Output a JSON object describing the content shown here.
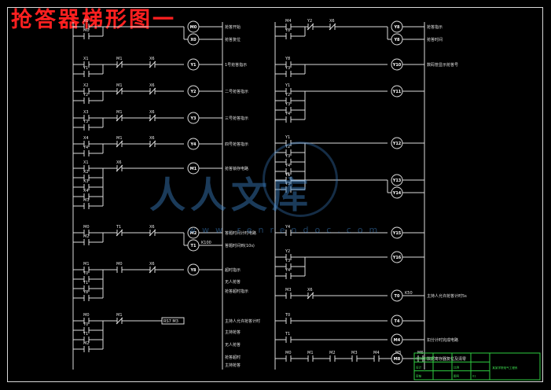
{
  "title": "抢答器梯形图一",
  "watermark": {
    "text": "人人文库",
    "url": "www.renrendoc.com"
  },
  "left_rungs": [
    {
      "contacts": [
        {
          "label": "X0"
        }
      ],
      "below": [
        {
          "label": "M0"
        }
      ],
      "coils": [
        {
          "label": "M0",
          "comment": "抢答开始"
        },
        {
          "label": "X0",
          "comment": "抢答复位"
        }
      ]
    },
    {
      "contacts": [
        {
          "label": "X1"
        },
        {
          "label": "M1",
          "nc": true
        },
        {
          "label": "X6",
          "nc": true
        }
      ],
      "below": [
        {
          "label": "Y1"
        }
      ],
      "coils": [
        {
          "label": "Y1",
          "comment": "1号抢答指示"
        }
      ]
    },
    {
      "contacts": [
        {
          "label": "X2"
        },
        {
          "label": "M1",
          "nc": true
        },
        {
          "label": "X6",
          "nc": true
        }
      ],
      "below": [
        {
          "label": "Y2"
        }
      ],
      "coils": [
        {
          "label": "Y2",
          "comment": "二号抢答指示"
        }
      ]
    },
    {
      "contacts": [
        {
          "label": "X3"
        },
        {
          "label": "M1",
          "nc": true
        },
        {
          "label": "X6",
          "nc": true
        }
      ],
      "below": [
        {
          "label": "Y3"
        }
      ],
      "coils": [
        {
          "label": "Y3",
          "comment": "三号抢答指示"
        }
      ]
    },
    {
      "contacts": [
        {
          "label": "X4"
        },
        {
          "label": "M1",
          "nc": true
        },
        {
          "label": "X6",
          "nc": true
        }
      ],
      "below": [
        {
          "label": "Y4"
        }
      ],
      "coils": [
        {
          "label": "Y4",
          "comment": "四号抢答指示"
        }
      ]
    },
    {
      "contacts": [
        {
          "label": "X1"
        },
        {
          "label": "X6",
          "nc": true
        }
      ],
      "below": [
        {
          "label": "X2"
        },
        {
          "label": "X3"
        },
        {
          "label": "X4"
        },
        {
          "label": "M1"
        }
      ],
      "coils": [
        {
          "label": "M1",
          "comment": "抢答锁存电路"
        }
      ]
    },
    {
      "contacts": [
        {
          "label": "M0"
        },
        {
          "label": "T1",
          "nc": true
        },
        {
          "label": "X6",
          "nc": true
        }
      ],
      "below": [
        {
          "label": "M2"
        }
      ],
      "coils": [
        {
          "label": "M2",
          "comment": "答题时间计时电路"
        },
        {
          "label": "T1",
          "param": "K100",
          "comment": "答题时间到(10s)"
        }
      ]
    },
    {
      "contacts": [
        {
          "label": "M1"
        },
        {
          "label": "M0"
        },
        {
          "label": "X6",
          "nc": true
        }
      ],
      "below": [
        {
          "label": "T0"
        },
        {
          "label": "T1"
        },
        {
          "label": "Y8"
        }
      ],
      "coils": [
        {
          "label": "Y8",
          "comment": "超时指示"
        }
      ]
    },
    {
      "contacts": [
        {
          "label": "M0"
        },
        {
          "label": "M1",
          "nc": true
        }
      ],
      "below": [
        {
          "label": "T0"
        },
        {
          "label": "T1"
        },
        {
          "label": "M2"
        }
      ],
      "coils": [
        {
          "label": "RS7 M3",
          "box": true,
          "comment": "主持人允许抢答计时"
        }
      ]
    }
  ],
  "left_comments": [
    "无人抢答",
    "抢答超时指示",
    "主持抢答",
    "无人抢答",
    "抢答超时",
    "主持抢答"
  ],
  "right_rungs": [
    {
      "contacts": [
        {
          "label": "M4"
        },
        {
          "label": "Y2",
          "nc": true
        },
        {
          "label": "X6",
          "nc": true
        }
      ],
      "below": [
        {
          "label": "Y8"
        }
      ],
      "coils": [
        {
          "label": "Y8",
          "comment": "抢答指示"
        },
        {
          "label": "Y8",
          "comment": "抢答时间"
        }
      ]
    },
    {
      "contacts": [
        {
          "label": "Y8"
        }
      ],
      "below": [
        {
          "label": "Y3"
        }
      ],
      "coils": [
        {
          "label": "Y10",
          "comment": "数码管显示抢答号"
        }
      ]
    },
    {
      "contacts": [
        {
          "label": "Y1"
        }
      ],
      "below": [
        {
          "label": "Y2"
        },
        {
          "label": "Y3"
        },
        {
          "label": "Y4"
        }
      ],
      "coils": [
        {
          "label": "Y11",
          "comment": ""
        }
      ]
    },
    {
      "contacts": [
        {
          "label": "Y1"
        }
      ],
      "below": [
        {
          "label": "Y2"
        },
        {
          "label": "Y3"
        },
        {
          "label": "Y4"
        },
        {
          "label": "Y5"
        }
      ],
      "coils": [
        {
          "label": "Y12",
          "comment": ""
        }
      ]
    },
    {
      "contacts": [
        {
          "label": "Y1"
        }
      ],
      "below": [
        {
          "label": "Y3"
        }
      ],
      "coils": [
        {
          "label": "Y13",
          "comment": ""
        },
        {
          "label": "Y14",
          "comment": ""
        }
      ]
    },
    {
      "contacts": [
        {
          "label": "Y4"
        }
      ],
      "below": [],
      "coils": [
        {
          "label": "Y15",
          "comment": ""
        }
      ]
    },
    {
      "contacts": [
        {
          "label": "Y2"
        }
      ],
      "below": [
        {
          "label": "Y3"
        },
        {
          "label": "Y4"
        }
      ],
      "coils": [
        {
          "label": "Y16",
          "comment": ""
        }
      ]
    },
    {
      "contacts": [
        {
          "label": "M3"
        },
        {
          "label": "X6",
          "nc": true
        }
      ],
      "below": [],
      "coils": [
        {
          "label": "T0",
          "param": "K50",
          "comment": "主持人允许抢答计时5s"
        }
      ]
    },
    {
      "contacts": [
        {
          "label": "T0"
        }
      ],
      "below": [],
      "coils": [
        {
          "label": "T4",
          "comment": ""
        }
      ]
    },
    {
      "contacts": [
        {
          "label": "T1"
        }
      ],
      "below": [],
      "coils": [
        {
          "label": "M4",
          "comment": "扣分计时完成电路"
        }
      ]
    },
    {
      "contacts": [
        {
          "label": "M0"
        },
        {
          "label": "M1"
        },
        {
          "label": "M2"
        },
        {
          "label": "M3"
        },
        {
          "label": "M4"
        },
        {
          "label": "M5"
        },
        {
          "label": "M6"
        }
      ],
      "below": [],
      "coils": [
        {
          "label": "M8",
          "comment": "数据寄存器复位及清零"
        }
      ]
    }
  ],
  "title_block": {
    "rows": [
      [
        "抢答器梯形图一",
        "",
        "",
        ""
      ],
      [
        "设计",
        "",
        "比例",
        ""
      ],
      [
        "审核",
        "",
        "图号",
        "01"
      ]
    ],
    "school": "某某学院电气工程系"
  }
}
